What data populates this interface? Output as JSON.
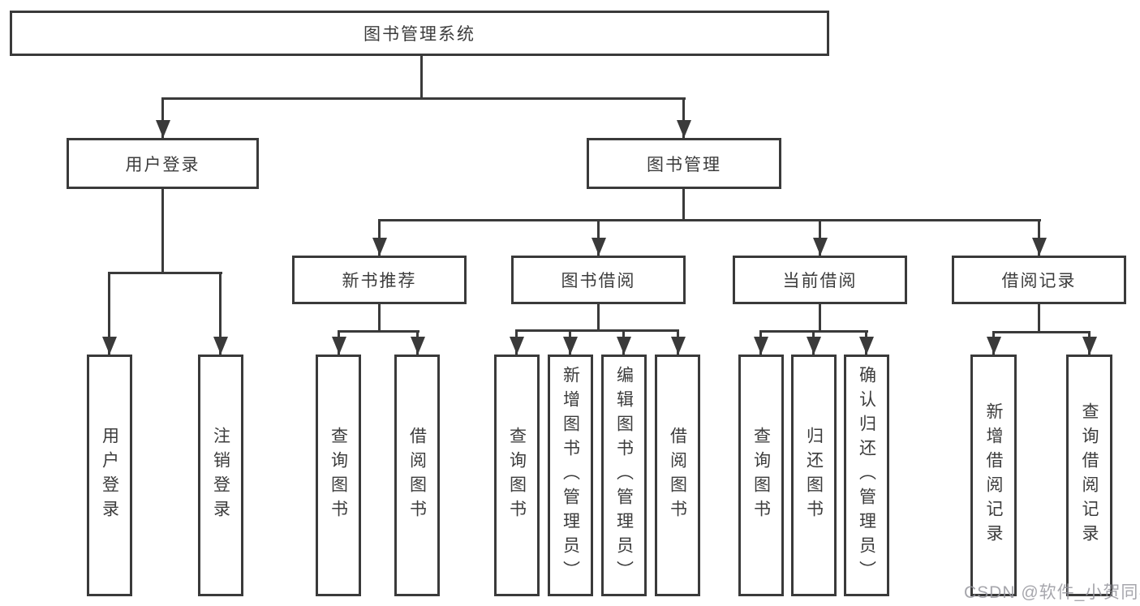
{
  "tree": {
    "root": "图书管理系统",
    "branches": [
      {
        "label": "用户登录",
        "children": [
          "用户登录",
          "注销登录"
        ]
      },
      {
        "label": "图书管理",
        "children": [
          {
            "label": "新书推荐",
            "children": [
              "查询图书",
              "借阅图书"
            ]
          },
          {
            "label": "图书借阅",
            "children": [
              "查询图书",
              "新增图书（管理员）",
              "编辑图书（管理员）",
              "借阅图书"
            ]
          },
          {
            "label": "当前借阅",
            "children": [
              "查询图书",
              "归还图书",
              "确认归还（管理员）"
            ]
          },
          {
            "label": "借阅记录",
            "children": [
              "新增借阅记录",
              "查询借阅记录"
            ]
          }
        ]
      }
    ]
  },
  "watermark": {
    "text": "CSDN @软件_小贺同学"
  },
  "colors": {
    "line": "#3a3a3a",
    "box_border": "#3a3a3a",
    "text": "#3c3c3c",
    "watermark": "#96969e",
    "background": "#ffffff"
  }
}
